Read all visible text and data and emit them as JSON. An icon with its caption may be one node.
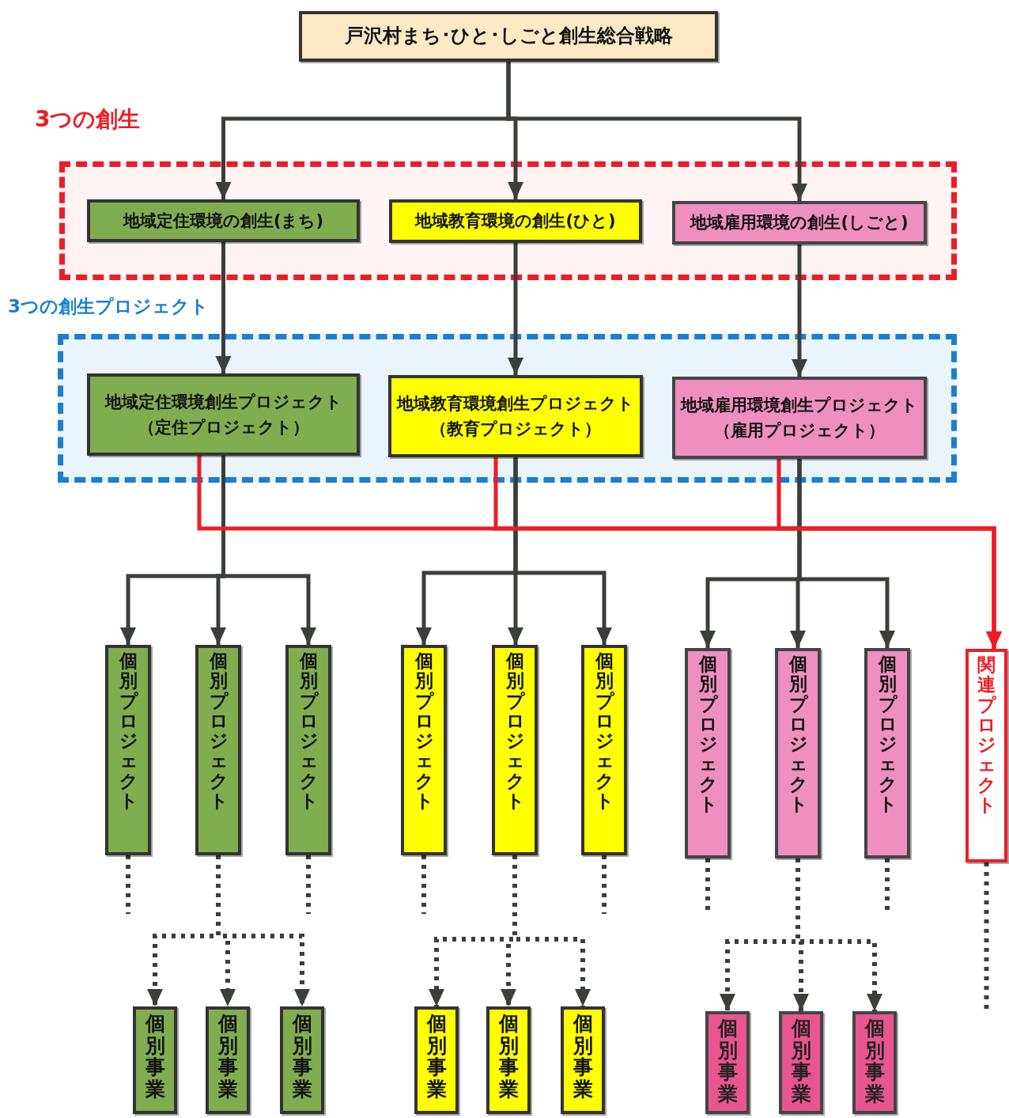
{
  "diagram": {
    "nodes": [
      {
        "text": [
          "戸沢村まち･ひと･しごと創生総合戦略"
        ]
      },
      {
        "text": [
          "3つの創生"
        ]
      },
      {
        "text": [
          "地域定住環境の創生(まち)"
        ],
        "in": 1
      },
      {
        "text": [
          "地域教育環境の創生(ひと)"
        ],
        "in": 1
      },
      {
        "text": [
          "地域雇用環境の創生(しごと)"
        ],
        "in": 1
      },
      {
        "text": [
          "3つの創生プロジェクト"
        ]
      },
      {
        "text": [
          "地域定住環境創生プロジェクト",
          "（定住プロジェクト）"
        ],
        "in": 5
      },
      {
        "text": [
          "地域教育環境創生プロジェクト",
          "（教育プロジェクト）"
        ],
        "in": 5
      },
      {
        "text": [
          "地域雇用環境創生プロジェクト",
          "（雇用プロジェクト）"
        ],
        "in": 5
      },
      {
        "text": [
          "個別プロジェクト"
        ]
      },
      {
        "text": [
          "個別プロジェクト"
        ]
      },
      {
        "text": [
          "個別プロジェクト"
        ]
      },
      {
        "text": [
          "個別プロジェクト"
        ]
      },
      {
        "text": [
          "個別プロジェクト"
        ]
      },
      {
        "text": [
          "個別プロジェクト"
        ]
      },
      {
        "text": [
          "個別プロジェクト"
        ]
      },
      {
        "text": [
          "個別プロジェクト"
        ]
      },
      {
        "text": [
          "個別プロジェクト"
        ]
      },
      {
        "text": [
          "関連プロジェクト"
        ]
      },
      {
        "text": [
          "個別事業"
        ]
      },
      {
        "text": [
          "個別事業"
        ]
      },
      {
        "text": [
          "個別事業"
        ]
      },
      {
        "text": [
          "個別事業"
        ]
      },
      {
        "text": [
          "個別事業"
        ]
      },
      {
        "text": [
          "個別事業"
        ]
      },
      {
        "text": [
          "個別事業"
        ]
      },
      {
        "text": [
          "個別事業"
        ]
      },
      {
        "text": [
          "個別事業"
        ]
      }
    ],
    "edges": [
      {
        "from": 0,
        "to": 2,
        "arrow": "to"
      },
      {
        "from": 0,
        "to": 3,
        "arrow": "to"
      },
      {
        "from": 0,
        "to": 4,
        "arrow": "to"
      },
      {
        "from": 2,
        "to": 6,
        "arrow": "to"
      },
      {
        "from": 3,
        "to": 7,
        "arrow": "to"
      },
      {
        "from": 4,
        "to": 8,
        "arrow": "to"
      },
      {
        "from": 6,
        "to": 9,
        "arrow": "to"
      },
      {
        "from": 6,
        "to": 10,
        "arrow": "to"
      },
      {
        "from": 6,
        "to": 11,
        "arrow": "to"
      },
      {
        "from": 7,
        "to": 12,
        "arrow": "to"
      },
      {
        "from": 7,
        "to": 13,
        "arrow": "to"
      },
      {
        "from": 7,
        "to": 14,
        "arrow": "to"
      },
      {
        "from": 8,
        "to": 15,
        "arrow": "to"
      },
      {
        "from": 8,
        "to": 16,
        "arrow": "to"
      },
      {
        "from": 8,
        "to": 17,
        "arrow": "to"
      },
      {
        "from": 6,
        "to": 18,
        "arrow": "to",
        "color": "#ee1c25"
      },
      {
        "from": 7,
        "to": 18,
        "arrow": "to",
        "color": "#ee1c25"
      },
      {
        "from": 8,
        "to": 18,
        "arrow": "to",
        "color": "#ee1c25"
      },
      {
        "from": 10,
        "to": 19,
        "arrow": "to",
        "style": "dashed"
      },
      {
        "from": 10,
        "to": 20,
        "arrow": "to",
        "style": "dashed"
      },
      {
        "from": 10,
        "to": 21,
        "arrow": "to",
        "style": "dashed"
      },
      {
        "from": 13,
        "to": 22,
        "arrow": "to",
        "style": "dashed"
      },
      {
        "from": 13,
        "to": 23,
        "arrow": "to",
        "style": "dashed"
      },
      {
        "from": 13,
        "to": 24,
        "arrow": "to",
        "style": "dashed"
      },
      {
        "from": 16,
        "to": 25,
        "arrow": "to",
        "style": "dashed"
      },
      {
        "from": 16,
        "to": 26,
        "arrow": "to",
        "style": "dashed"
      },
      {
        "from": 16,
        "to": 27,
        "arrow": "to",
        "style": "dashed"
      },
      {
        "from": 9,
        "to": null,
        "arrow": "none",
        "style": "dashed"
      },
      {
        "from": 11,
        "to": null,
        "arrow": "none",
        "style": "dashed"
      },
      {
        "from": 12,
        "to": null,
        "arrow": "none",
        "style": "dashed"
      },
      {
        "from": 14,
        "to": null,
        "arrow": "none",
        "style": "dashed"
      },
      {
        "from": 15,
        "to": null,
        "arrow": "none",
        "style": "dashed"
      },
      {
        "from": 17,
        "to": null,
        "arrow": "none",
        "style": "dashed"
      },
      {
        "from": 18,
        "to": null,
        "arrow": "none",
        "style": "dashed"
      }
    ]
  }
}
